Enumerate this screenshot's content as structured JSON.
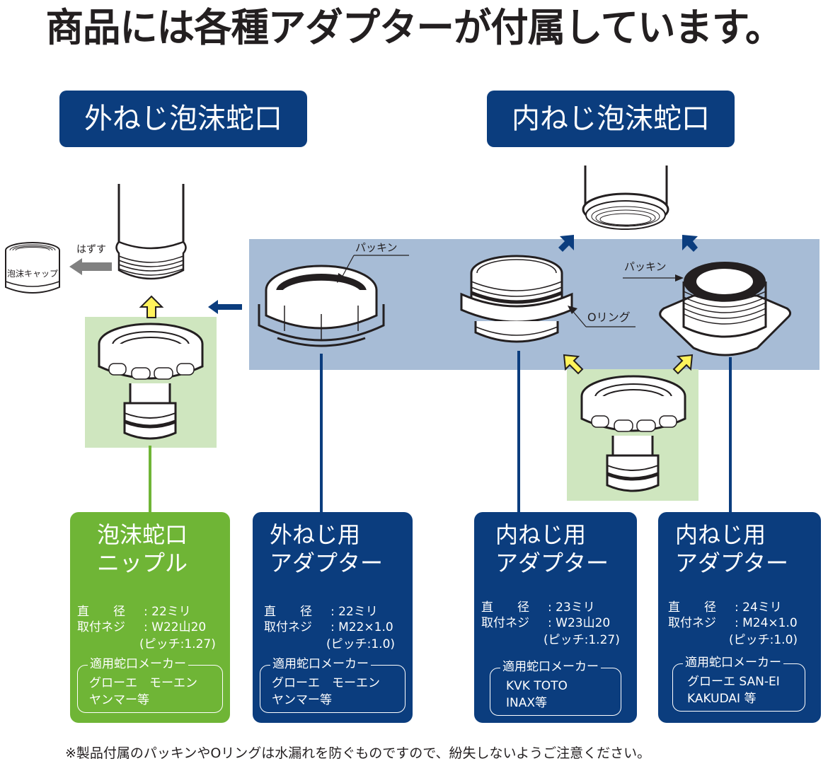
{
  "title": "商品には各種アダプターが付属しています。",
  "categories": {
    "outer": "外ねじ泡沫蛇口",
    "inner": "内ねじ泡沫蛇口"
  },
  "illustration_labels": {
    "remove": "はずす",
    "foam_cap": "泡沫キャップ",
    "packing_1": "パッキン",
    "packing_2": "パッキン",
    "o_ring": "Oリング"
  },
  "colors": {
    "navy": "#0b3d7e",
    "green": "#6fb536",
    "light_blue_band": "#a7bcd6",
    "light_green_band": "#cfe6bf",
    "yellow_arrow": "#fff35c",
    "gray_arrow": "#808080"
  },
  "cards": [
    {
      "title_line1": "泡沫蛇口",
      "title_line2": "ニップル",
      "diameter_label": "直　　径",
      "diameter_value": ": 22ミリ",
      "thread_label": "取付ネジ",
      "thread_value": ": W22山20",
      "pitch": "(ピッチ:1.27)",
      "makers_label": "適用蛇口メーカー",
      "makers_line1": "グローエ　モーエン",
      "makers_line2": "ヤンマー等"
    },
    {
      "title_line1": "外ねじ用",
      "title_line2": "アダプター",
      "diameter_label": "直　　径",
      "diameter_value": ": 22ミリ",
      "thread_label": "取付ネジ",
      "thread_value": ": M22×1.0",
      "pitch": "(ピッチ:1.0)",
      "makers_label": "適用蛇口メーカー",
      "makers_line1": "グローエ　モーエン",
      "makers_line2": "ヤンマー等"
    },
    {
      "title_line1": "内ねじ用",
      "title_line2": "アダプター",
      "diameter_label": "直　　径",
      "diameter_value": ": 23ミリ",
      "thread_label": "取付ネジ",
      "thread_value": ": W23山20",
      "pitch": "(ピッチ:1.27)",
      "makers_label": "適用蛇口メーカー",
      "makers_line1": "KVK  TOTO",
      "makers_line2": "INAX等"
    },
    {
      "title_line1": "内ねじ用",
      "title_line2": "アダプター",
      "diameter_label": "直　　径",
      "diameter_value": ": 24ミリ",
      "thread_label": "取付ネジ",
      "thread_value": ": M24×1.0",
      "pitch": "(ピッチ:1.0)",
      "makers_label": "適用蛇口メーカー",
      "makers_line1": "グローエ SAN-EI",
      "makers_line2": "KAKUDAI 等"
    }
  ],
  "footnote": "※製品付属のパッキンやOリングは水漏れを防ぐものですので、紛失しないようご注意ください。"
}
